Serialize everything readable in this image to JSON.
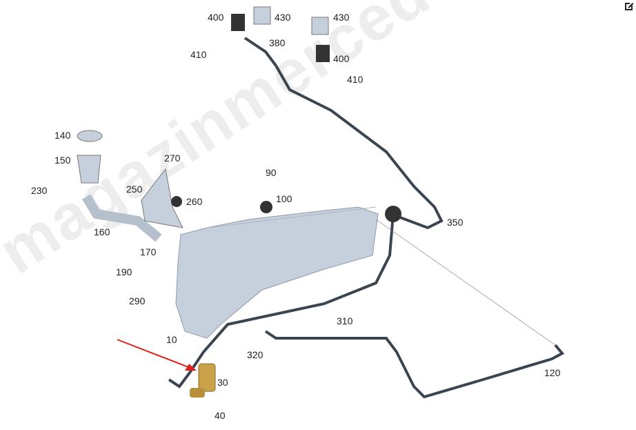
{
  "watermark": "magazinmercedes.ru",
  "icons": {
    "edit": "edit-icon"
  },
  "colors": {
    "hose": "#3b4550",
    "tank": "#c6d0dc",
    "pump": "#c9a24a",
    "arrow": "#e0201c"
  },
  "labels": {
    "p400a": "400",
    "p430a": "430",
    "p430b": "430",
    "p410a": "410",
    "p380": "380",
    "p400b": "400",
    "p410b": "410",
    "p140": "140",
    "p150": "150",
    "p230": "230",
    "p270": "270",
    "p250": "250",
    "p260": "260",
    "p90": "90",
    "p100": "100",
    "p160": "160",
    "p350": "350",
    "p170": "170",
    "p190": "190",
    "p290": "290",
    "p310": "310",
    "p10": "10",
    "p320": "320",
    "p120": "120",
    "p30": "30",
    "p40": "40"
  }
}
